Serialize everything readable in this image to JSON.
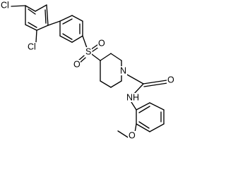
{
  "structure": {
    "atom_labels": {
      "chloro_top": "Cl",
      "chloro_ortho": "Cl",
      "sulfur": "S",
      "sulfonyl_oxygen_upper": "O",
      "sulfonyl_oxygen_lower": "O",
      "piperidine_nitrogen": "N",
      "carbonyl_oxygen": "O",
      "amide_nitrogen": "NH",
      "ether_oxygen": "O"
    },
    "colors": {
      "bond": "#000000",
      "label": "#000000",
      "background": "#ffffff"
    }
  }
}
